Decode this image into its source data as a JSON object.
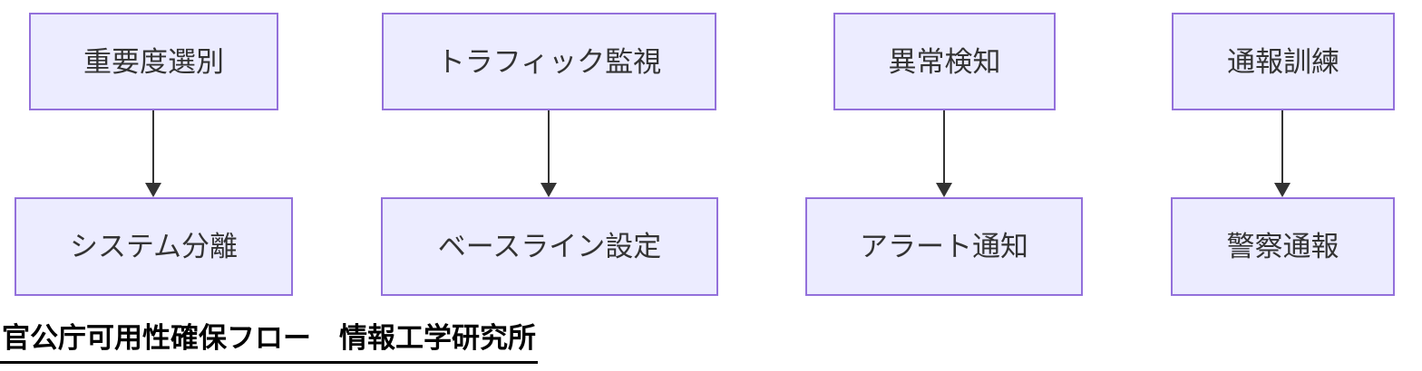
{
  "diagram": {
    "type": "flowchart",
    "direction": "top-down",
    "columns": [
      {
        "top": "重要度選別",
        "bottom": "システム分離"
      },
      {
        "top": "トラフィック監視",
        "bottom": "ベースライン設定"
      },
      {
        "top": "異常検知",
        "bottom": "アラート通知"
      },
      {
        "top": "通報訓練",
        "bottom": "警察通報"
      }
    ],
    "caption": "官公庁可用性確保フロー　情報工学研究所"
  },
  "colors": {
    "node_fill": "#ECECFF",
    "node_border": "#9370DB",
    "node_text": "#333333",
    "arrow_color": "#333333",
    "caption_color": "#000000"
  }
}
